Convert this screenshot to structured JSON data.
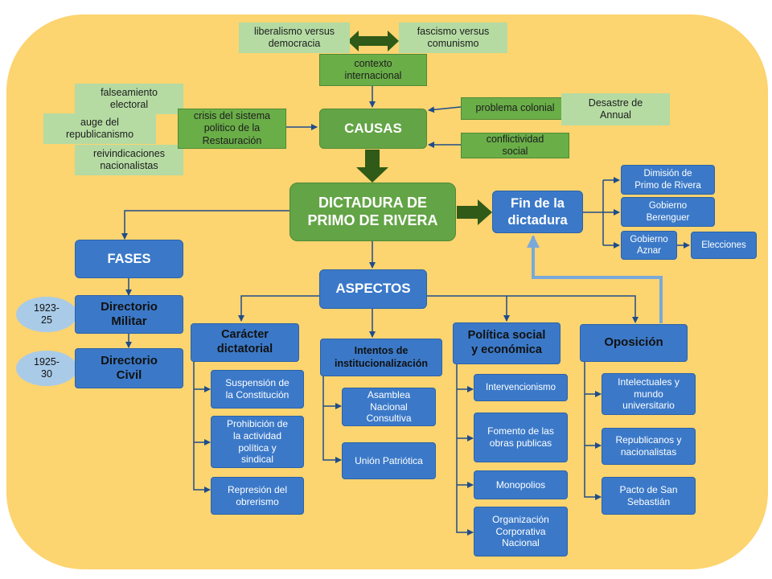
{
  "causes": {
    "liberalismo": "liberalismo versus\ndemocracia",
    "fascismo": "fascismo versus\ncomunismo",
    "contexto": "contexto\ninternacional",
    "falseamiento": "falseamiento\nelectoral",
    "republicanismo": "auge del\nrepublicanismo",
    "reivindicaciones": "reivindicaciones\nnacionalistas",
    "crisis": "crisis del sistema\npolitico de la\nRestauración",
    "causas": "CAUSAS",
    "problema_colonial": "problema colonial",
    "desastre": "Desastre de\nAnnual",
    "conflictividad": "conflictividad\nsocial"
  },
  "center": {
    "dictadura": "DICTADURA DE\nPRIMO DE RIVERA",
    "fin": "Fin de la\ndictadura",
    "dimision": "Dimisión de\nPrimo de Rivera",
    "berenguer": "Gobierno\nBerenguer",
    "aznar": "Gobierno\nAznar",
    "elecciones": "Elecciones"
  },
  "fases": {
    "title": "FASES",
    "directorio_militar": "Directorio\nMilitar",
    "directorio_civil": "Directorio\nCivil",
    "fecha1": "1923-\n25",
    "fecha2": "1925-\n30"
  },
  "aspectos": {
    "title": "ASPECTOS",
    "caracter": {
      "title": "Carácter\ndictatorial",
      "items": [
        "Suspensión de\nla Constitución",
        "Prohibición de\nla actividad\npolítica y\nsindical",
        "Represión del\nobrerismo"
      ]
    },
    "intentos": {
      "title": "Intentos de\ninstitucionalización",
      "items": [
        "Asamblea\nNacional\nConsultiva",
        "Unión Patriótica"
      ]
    },
    "politica": {
      "title": "Política social\ny económica",
      "items": [
        "Intervencionismo",
        "Fomento de las\nobras publicas",
        "Monopolios",
        "Organización\nCorporativa\nNacional"
      ]
    },
    "oposicion": {
      "title": "Oposición",
      "items": [
        "Intelectuales y\nmundo\nuniversitario",
        "Republicanos y\nnacionalistas",
        "Pacto de San\nSebastián"
      ]
    }
  },
  "colors": {
    "background": "#fcd470",
    "light_green": "#b5dba3",
    "mid_green": "#6aae48",
    "blue": "#3b79c8",
    "arrow_dark_green": "#2f5a17",
    "connector_blue": "#1e4c8a",
    "return_arrow": "#7aa9d9"
  }
}
